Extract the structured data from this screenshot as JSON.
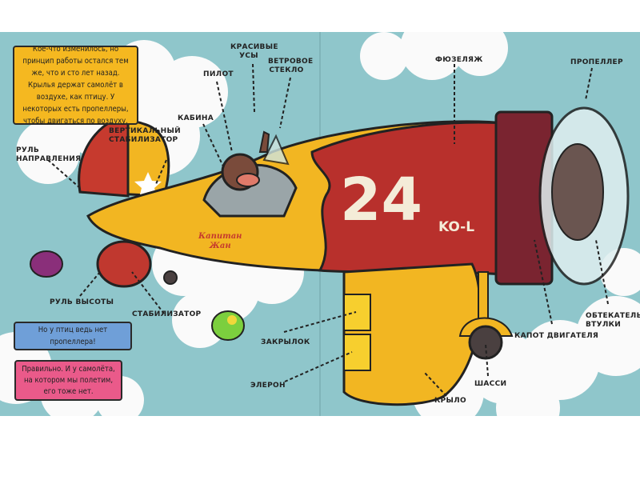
{
  "info_box": {
    "text": "Кое-что изменилось, но принцип работы остался тем же, что и сто лет назад. Крылья держат самолёт в воздухе, как птицу. У некоторых есть пропеллеры, чтобы двигаться по воздуху."
  },
  "dialog": [
    {
      "text": "Но у птиц ведь нет пропеллера!"
    },
    {
      "text": "Правильно. И у самолёта, на котором мы полетим, его тоже нет."
    }
  ],
  "labels": {
    "cabin": "КАБИНА",
    "pilot": "ПИЛОТ",
    "moustache": "КРАСИВЫЕ УСЫ",
    "windshield": "ВЕТРОВОЕ СТЕКЛО",
    "fuselage": "ФЮЗЕЛЯЖ",
    "propeller": "ПРОПЕЛЛЕР",
    "vertical_stabilizer": "ВЕРТИКАЛЬНЫЙ СТАБИЛИЗАТОР",
    "rudder": "РУЛЬ НАПРАВЛЕНИЯ",
    "elevator": "РУЛЬ ВЫСОТЫ",
    "stabilizer": "СТАБИЛИЗАТОР",
    "flap": "ЗАКРЫЛОК",
    "aileron": "ЭЛЕРОН",
    "wing": "КРЫЛО",
    "landing_gear": "ШАССИ",
    "engine_cowling": "КАПОТ ДВИГАТЕЛЯ",
    "spinner": "ОБТЕКАТЕЛЬ ВТУЛКИ"
  },
  "plane": {
    "number": "24",
    "registration": "KO-L",
    "name_line1": "Капитан",
    "name_line2": "Жан"
  },
  "colors": {
    "sky": "#8fc6cb",
    "yellow": "#f2b622",
    "red": "#b8302c",
    "blue_box": "#6f9fd8",
    "pink_box": "#ea5a8a",
    "yellow_box": "#f5b820"
  }
}
